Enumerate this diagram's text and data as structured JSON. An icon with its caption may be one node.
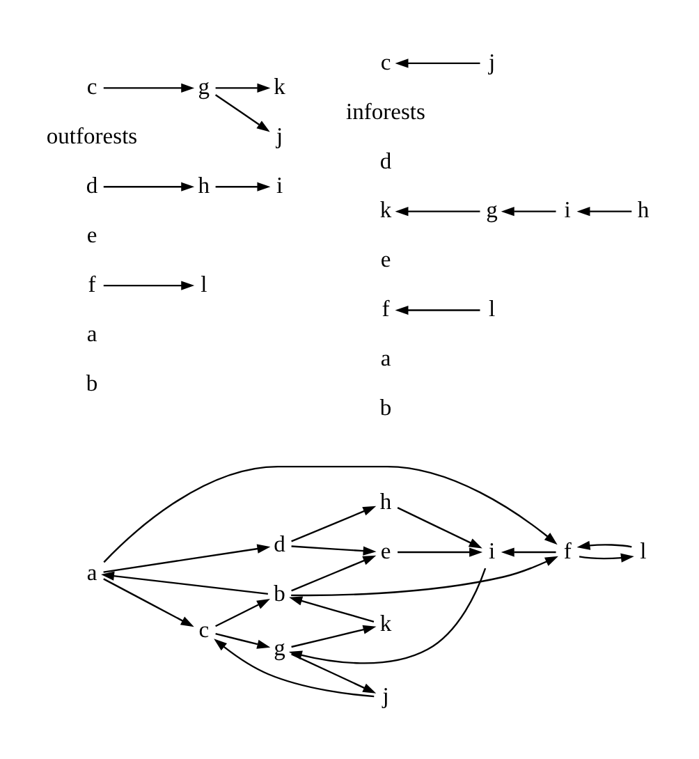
{
  "diagram": {
    "nodes": [
      {
        "text": [
          "a"
        ]
      },
      {
        "text": [
          "c"
        ]
      },
      {
        "text": [
          "g"
        ]
      },
      {
        "text": [
          "j"
        ]
      },
      {
        "text": [
          "b"
        ]
      },
      {
        "text": [
          "d"
        ]
      },
      {
        "text": [
          "h"
        ]
      },
      {
        "text": [
          "k"
        ]
      },
      {
        "text": [
          "e"
        ]
      },
      {
        "text": [
          "i"
        ]
      },
      {
        "text": [
          "f"
        ]
      },
      {
        "text": [
          "l"
        ]
      },
      {
        "text": [
          "c"
        ]
      },
      {
        "text": [
          "g"
        ]
      },
      {
        "text": [
          "j"
        ]
      },
      {
        "text": [
          "d"
        ]
      },
      {
        "text": [
          "h"
        ]
      },
      {
        "text": [
          "k"
        ]
      },
      {
        "text": [
          "i"
        ]
      },
      {
        "text": [
          "e"
        ]
      },
      {
        "text": [
          "f"
        ]
      },
      {
        "text": [
          "l"
        ]
      },
      {
        "text": [
          "a"
        ]
      },
      {
        "text": [
          "b"
        ]
      },
      {
        "text": [
          "c"
        ]
      },
      {
        "text": [
          "j"
        ]
      },
      {
        "text": [
          "d"
        ]
      },
      {
        "text": [
          "k"
        ]
      },
      {
        "text": [
          "g"
        ]
      },
      {
        "text": [
          "i"
        ]
      },
      {
        "text": [
          "h"
        ]
      },
      {
        "text": [
          "e"
        ]
      },
      {
        "text": [
          "f"
        ]
      },
      {
        "text": [
          "l"
        ]
      },
      {
        "text": [
          "a"
        ]
      },
      {
        "text": [
          "b"
        ]
      }
    ],
    "edges": [
      {
        "from": 0,
        "to": 1,
        "arrow": "to"
      },
      {
        "from": 1,
        "to": 2,
        "arrow": "to"
      },
      {
        "from": 2,
        "to": 3,
        "arrow": "to"
      },
      {
        "from": 3,
        "to": 1,
        "arrow": "to"
      },
      {
        "from": 2,
        "to": 7,
        "arrow": "to"
      },
      {
        "from": 4,
        "to": 0,
        "arrow": "to"
      },
      {
        "from": 1,
        "to": 4,
        "arrow": "to"
      },
      {
        "from": 0,
        "to": 5,
        "arrow": "to"
      },
      {
        "from": 0,
        "to": 10,
        "arrow": "to"
      },
      {
        "from": 5,
        "to": 6,
        "arrow": "to"
      },
      {
        "from": 5,
        "to": 8,
        "arrow": "to"
      },
      {
        "from": 6,
        "to": 9,
        "arrow": "to"
      },
      {
        "from": 9,
        "to": 2,
        "arrow": "to"
      },
      {
        "from": 4,
        "to": 8,
        "arrow": "to"
      },
      {
        "from": 4,
        "to": 10,
        "arrow": "to"
      },
      {
        "from": 7,
        "to": 4,
        "arrow": "to"
      },
      {
        "from": 8,
        "to": 9,
        "arrow": "to"
      },
      {
        "from": 10,
        "to": 9,
        "arrow": "to"
      },
      {
        "from": 10,
        "to": 11,
        "arrow": "to"
      },
      {
        "from": 11,
        "to": 10,
        "arrow": "to"
      },
      {
        "from": 12,
        "to": 13,
        "arrow": "to"
      },
      {
        "from": 13,
        "to": 14,
        "arrow": "to"
      },
      {
        "from": 13,
        "to": 17,
        "arrow": "to"
      },
      {
        "from": 15,
        "to": 16,
        "arrow": "to"
      },
      {
        "from": 16,
        "to": 18,
        "arrow": "to"
      },
      {
        "from": 20,
        "to": 21,
        "arrow": "to"
      },
      {
        "from": 25,
        "to": 24,
        "arrow": "to"
      },
      {
        "from": 28,
        "to": 27,
        "arrow": "to"
      },
      {
        "from": 29,
        "to": 28,
        "arrow": "to"
      },
      {
        "from": 30,
        "to": 29,
        "arrow": "to"
      },
      {
        "from": 33,
        "to": 32,
        "arrow": "to"
      }
    ],
    "labels": [
      "outforests",
      "inforests"
    ]
  }
}
